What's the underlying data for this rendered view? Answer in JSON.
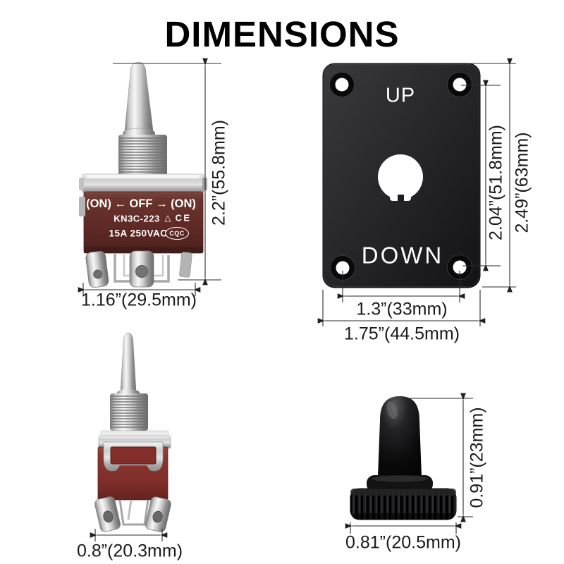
{
  "title": "DIMENSIONS",
  "switch_side": {
    "marking_line1": "(ON) ← OFF → (ON)",
    "marking_model": "KN3C-223",
    "marking_rating": "15A 250VAC",
    "cert_triangle": "△",
    "cert_ce": "CE",
    "cert_cqc": "CQC",
    "dim_height": "2.2”(55.8mm)",
    "dim_width": "1.16”(29.5mm)"
  },
  "mounting_plate": {
    "label_up": "UP",
    "label_down": "DOWN",
    "dim_hole_spacing_vertical": "2.04”(51.8mm)",
    "dim_overall_height": "2.49”(63mm)",
    "dim_hole_spacing_horizontal": "1.3”(33mm)",
    "dim_overall_width": "1.75”(44.5mm)"
  },
  "switch_front": {
    "dim_width": "0.8”(20.3mm)"
  },
  "waterproof_cap": {
    "dim_height": "0.91”(23mm)",
    "dim_width": "0.81”(20.5mm)"
  },
  "colors": {
    "switch_body_maroon": "#5e2a26",
    "switch_body_red": "#8c3531",
    "plate_black": "#232325",
    "cap_black": "#0e0e0f",
    "dimension_line": "#2a2a2a",
    "background": "#ffffff"
  }
}
